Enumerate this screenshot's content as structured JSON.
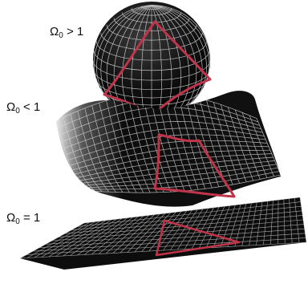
{
  "labels": {
    "closed": {
      "symbol": "Ω",
      "subscript": "0",
      "relation": "> 1"
    },
    "open": {
      "symbol": "Ω",
      "subscript": "0",
      "relation": "< 1"
    },
    "flat": {
      "symbol": "Ω",
      "subscript": "0",
      "relation": "= 1"
    }
  },
  "colors": {
    "surface": "#0d0d0d",
    "grid": "#e8e8e8",
    "triangle": "#c0344a",
    "background": "#ffffff"
  }
}
